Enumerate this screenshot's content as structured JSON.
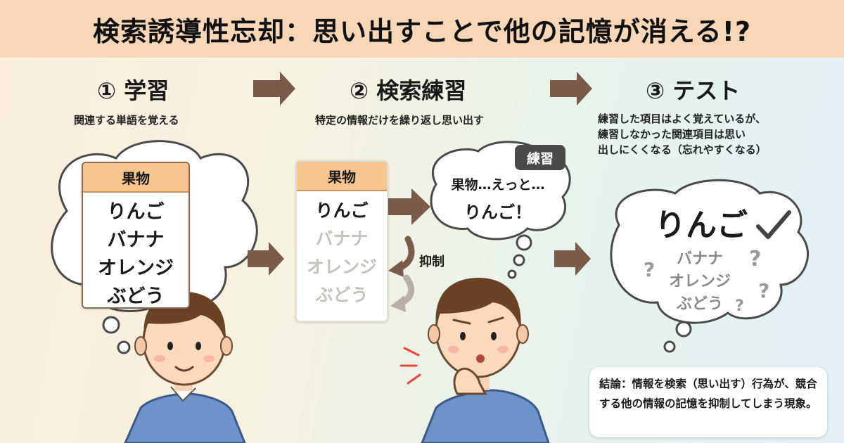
{
  "title": "検索誘導性忘却：思い出すことで他の記憶が消える!?",
  "steps": [
    {
      "title": "① 学習",
      "subtitle": "関連する単語を覚える"
    },
    {
      "title": "② 検索練習",
      "subtitle": "特定の情報だけを繰り返し思い出す"
    },
    {
      "title": "③ テスト",
      "subtitle": "練習した項目はよく覚えているが、\n練習しなかった関連項目は思い\n出しにくくなる（忘れやすくなる）"
    }
  ],
  "card": {
    "category": "果物",
    "items": [
      "りんご",
      "バナナ",
      "オレンジ",
      "ぶどう"
    ]
  },
  "practice": {
    "tag": "練習",
    "bubble_line1": "果物…えっと…",
    "bubble_line2": "りんご！",
    "suppress_label": "抑制"
  },
  "test": {
    "recalled": "りんご",
    "forgotten": [
      "バナナ",
      "オレンジ",
      "ぶどう"
    ],
    "question_mark": "?"
  },
  "conclusion": "結論：情報を検索（思い出す）行為が、競合する他の情報の記憶を抑制してしまう現象。",
  "colors": {
    "title_bg": "#f8d6b8",
    "card_header": "#f7c58e",
    "arrow": "#7a5a48",
    "tag_bg": "#4a4a4a"
  }
}
